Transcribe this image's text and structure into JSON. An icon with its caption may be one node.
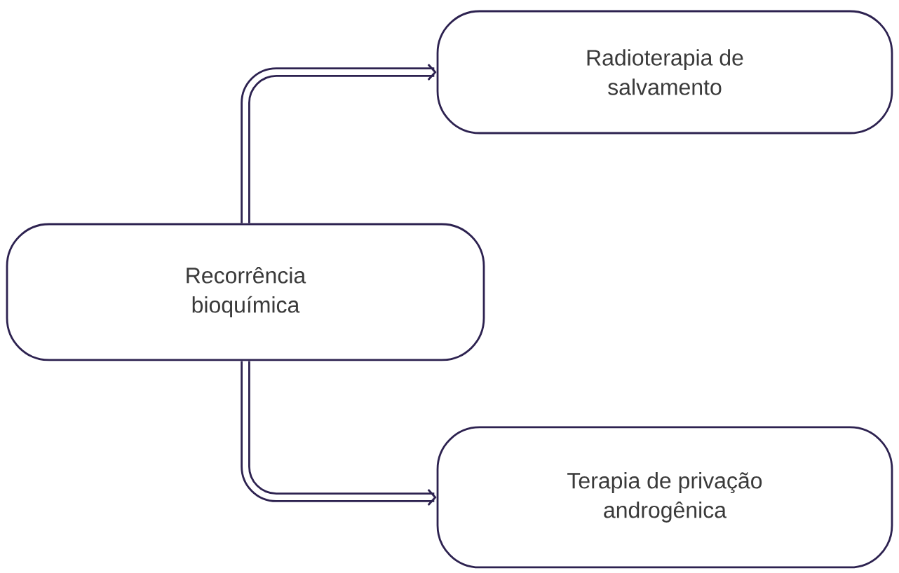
{
  "diagram": {
    "nodes": [
      {
        "text": [
          "Recorrência bioquímica"
        ]
      },
      {
        "text": [
          "Radioterapia de salvamento"
        ]
      },
      {
        "text": [
          "Terapia de privação androgênica"
        ]
      }
    ],
    "edges": [
      {
        "from": 0,
        "to": 1,
        "arrow": "to"
      },
      {
        "from": 0,
        "to": 2,
        "arrow": "to"
      }
    ]
  }
}
